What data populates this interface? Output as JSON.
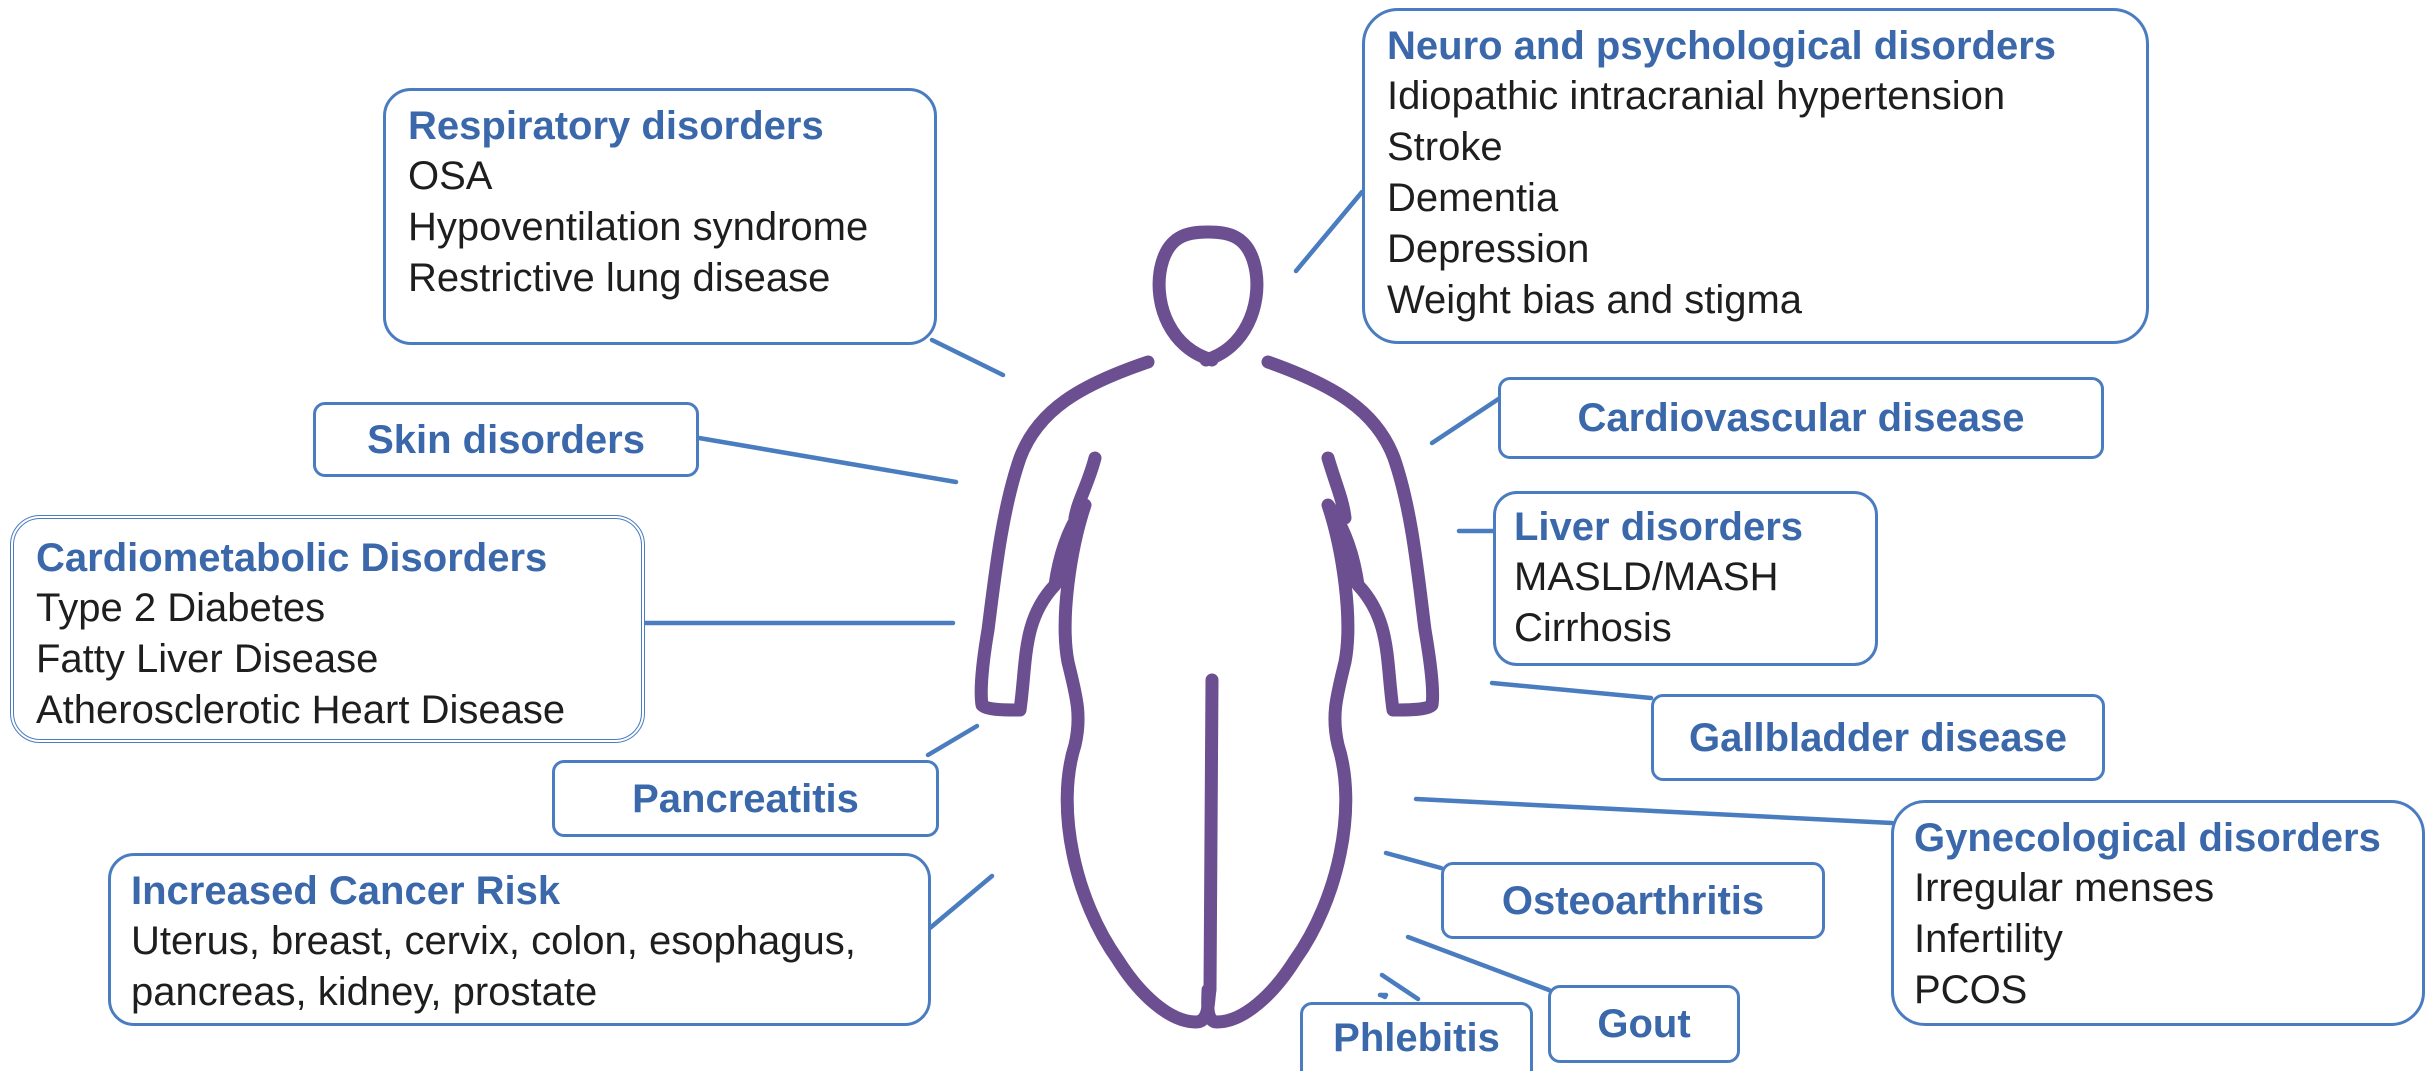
{
  "boxes": {
    "respiratory": {
      "title": "Respiratory disorders",
      "items": [
        "OSA",
        "Hypoventilation syndrome",
        "Restrictive lung disease"
      ]
    },
    "neuro": {
      "title": "Neuro and psychological disorders",
      "items": [
        "Idiopathic intracranial hypertension",
        "Stroke",
        "Dementia",
        "Depression",
        "Weight bias and stigma"
      ]
    },
    "skin": {
      "title": "Skin disorders"
    },
    "cardiovascular": {
      "title": "Cardiovascular disease"
    },
    "cardiometabolic": {
      "title": "Cardiometabolic Disorders",
      "items": [
        "Type 2 Diabetes",
        "Fatty Liver Disease",
        "Atherosclerotic Heart Disease"
      ]
    },
    "liver": {
      "title": "Liver disorders",
      "items": [
        "MASLD/MASH",
        "Cirrhosis"
      ]
    },
    "gallbladder": {
      "title": "Gallbladder disease"
    },
    "pancreatitis": {
      "title": "Pancreatitis"
    },
    "gynecological": {
      "title": "Gynecological disorders",
      "items": [
        "Irregular menses",
        "Infertility",
        "PCOS"
      ]
    },
    "cancer": {
      "title": "Increased Cancer Risk",
      "items": [
        "Uterus, breast, cervix, colon, esophagus,",
        "pancreas, kidney, prostate"
      ]
    },
    "osteoarthritis": {
      "title": "Osteoarthritis"
    },
    "gout": {
      "title": "Gout"
    },
    "phlebitis": {
      "title": "Phlebitis"
    }
  },
  "colors": {
    "box_border": "#4a7cc0",
    "title_text": "#3a68aa",
    "body_text": "#1e1e1e",
    "figure_outline": "#6b4f90"
  },
  "icons": [
    "human-body-silhouette-icon"
  ]
}
